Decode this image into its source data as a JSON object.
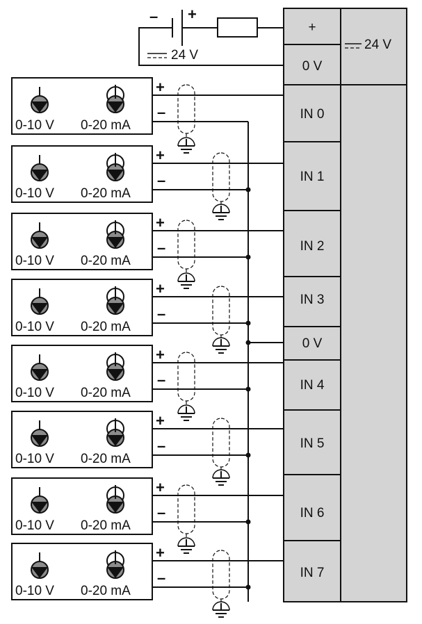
{
  "supply": {
    "minus_label": "–",
    "plus_label": "+",
    "voltage_label": "24 V"
  },
  "module": {
    "plus_label": "+",
    "zero_label": "0 V",
    "voltage_label": "24 V",
    "common_label": "0 V",
    "inputs": [
      "IN 0",
      "IN 1",
      "IN 2",
      "IN 3",
      "IN 4",
      "IN 5",
      "IN 6",
      "IN 7"
    ]
  },
  "sensor": {
    "voltage_label": "0-10 V",
    "current_label": "0-20 mA",
    "plus_label": "+",
    "minus_label": "–"
  },
  "colors": {
    "panel": "#d4d4d4",
    "line": "#111111",
    "icon": "#8c8c8c"
  }
}
